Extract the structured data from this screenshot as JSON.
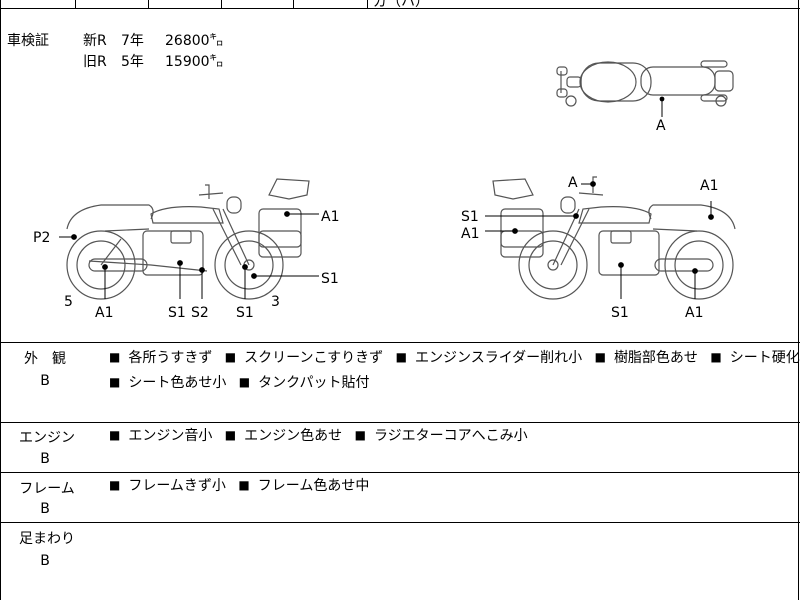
{
  "top_fragment": "ガ（ハ）",
  "inspection": {
    "label": "車検証",
    "rows": [
      {
        "kind": "新R",
        "years": "7年",
        "amount": "26800㌔"
      },
      {
        "kind": "旧R",
        "years": "5年",
        "amount": "15900㌔"
      }
    ]
  },
  "marks": {
    "top_a": "A",
    "left_a1_top": "A1",
    "left_p2": "P2",
    "left_s1_right": "S1",
    "left_5": "5",
    "left_3": "3",
    "left_a1_bottom": "A1",
    "left_s1_a": "S1",
    "left_s2": "S2",
    "left_s1_b": "S1",
    "right_a_top": "A",
    "right_a1_top": "A1",
    "right_s1": "S1",
    "right_a1_mid": "A1",
    "right_s1_bottom": "S1",
    "right_a1_bottom": "A1"
  },
  "sections": [
    {
      "label": "外　観",
      "grade": "B",
      "lines": [
        [
          "各所うすきず",
          "スクリーンこすりきず",
          "エンジンスライダー削れ小",
          "樹脂部色あせ",
          "シート硬化小"
        ],
        [
          "シート色あせ小",
          "タンクパット貼付"
        ]
      ]
    },
    {
      "label": "エンジン",
      "grade": "B",
      "lines": [
        [
          "エンジン音小",
          "エンジン色あせ",
          "ラジエターコアへこみ小"
        ]
      ]
    },
    {
      "label": "フレーム",
      "grade": "B",
      "lines": [
        [
          "フレームきず小",
          "フレーム色あせ中"
        ]
      ]
    },
    {
      "label": "足まわり",
      "grade": "B",
      "lines": []
    }
  ]
}
